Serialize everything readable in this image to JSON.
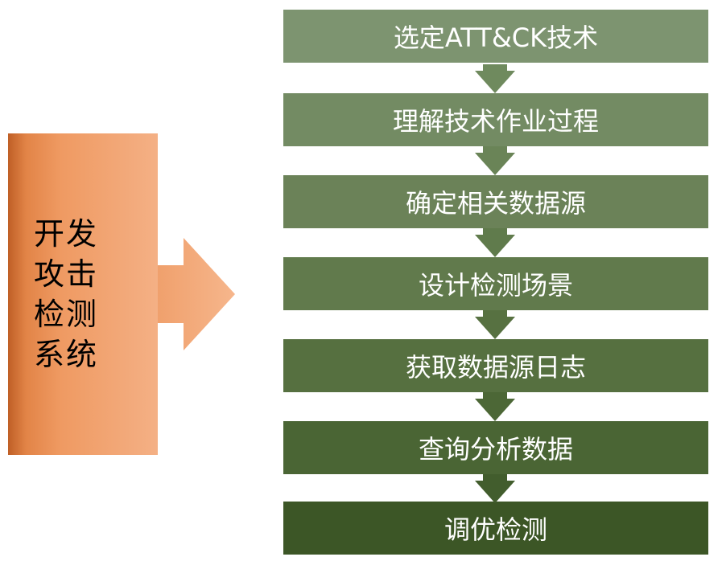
{
  "source": {
    "label_lines": [
      "开发",
      "攻击",
      "检测",
      "系统"
    ]
  },
  "steps": [
    {
      "label": "选定ATT&CK技术",
      "color": "#7d9470"
    },
    {
      "label": "理解技术作业过程",
      "color": "#738b63"
    },
    {
      "label": "确定相关数据源",
      "color": "#6b8258"
    },
    {
      "label": "设计检测场景",
      "color": "#617a4c"
    },
    {
      "label": "获取数据源日志",
      "color": "#567040"
    },
    {
      "label": "查询分析数据",
      "color": "#4a6534"
    },
    {
      "label": "调优检测",
      "color": "#3c5626"
    }
  ],
  "colors": {
    "source_dark": "#c0622a",
    "source_mid": "#ec9459",
    "source_light": "#f3ad7d",
    "connector": "#6f8a5e"
  }
}
